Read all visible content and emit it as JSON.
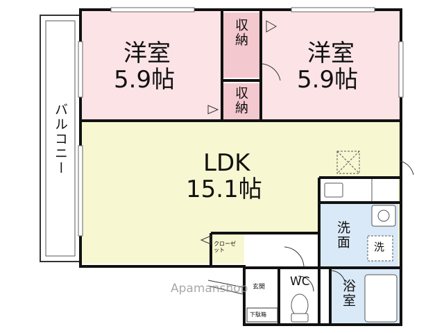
{
  "colors": {
    "bedroom": "#fbe3e6",
    "storage": "#f3c9cf",
    "ldk": "#f7f7d2",
    "bath": "#d9e9f7",
    "wall": "#111111"
  },
  "rooms": {
    "bedroom_left": {
      "name": "洋室",
      "size": "5.9帖"
    },
    "bedroom_right": {
      "name": "洋室",
      "size": "5.9帖"
    },
    "storage_upper": "収納",
    "storage_lower": "収納",
    "ldk": {
      "name": "LDK",
      "size": "15.1帖"
    },
    "balcony": "バルコニー",
    "washroom": "洗面",
    "washer": "洗",
    "wc": "WC",
    "bath": "浴室",
    "entrance": "玄関",
    "shoe_box": "下駄箱",
    "closet": "クローゼット"
  },
  "icons": [
    "closet-door-icon",
    "washing-machine-icon",
    "toilet-icon",
    "bathtub-icon",
    "kitchen-sink-icon",
    "ventilation-icon"
  ],
  "watermark": "Apamanshop"
}
